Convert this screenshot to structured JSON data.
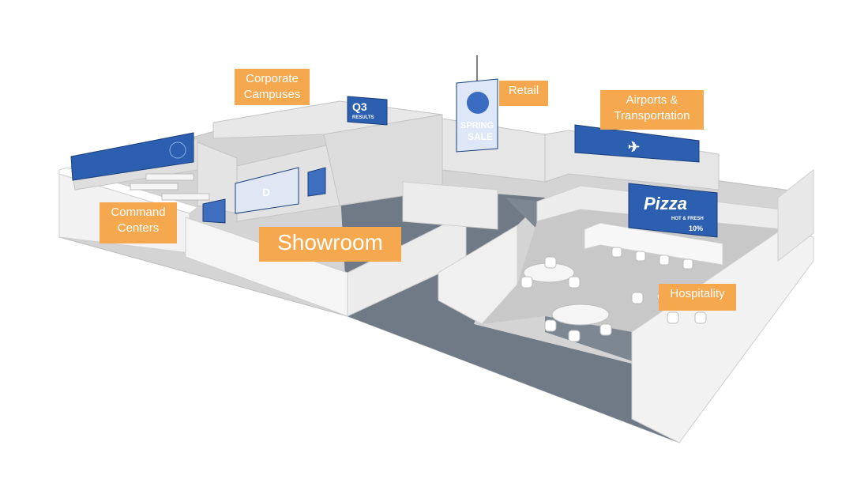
{
  "zones": {
    "corporate": "Corporate\nCampuses",
    "retail": "Retail",
    "airports": "Airports &\nTransportation",
    "command": "Command\nCenters",
    "showroom": "Showroom",
    "hospitality": "Hospitality"
  },
  "screens": {
    "q3": "Q3",
    "q3_sub": "RESULTS",
    "spring": "SPRING",
    "sale": "SALE",
    "pizza": "Pizza",
    "pizza_sub": "HOT & FRESH",
    "pizza_badge": "10%"
  },
  "colors": {
    "label_bg": "#f5a84e",
    "wall": "#e6e6e6",
    "floor": "#d2d2d2",
    "aisle": "#6f7a86",
    "screen": "#2c5fb0"
  }
}
